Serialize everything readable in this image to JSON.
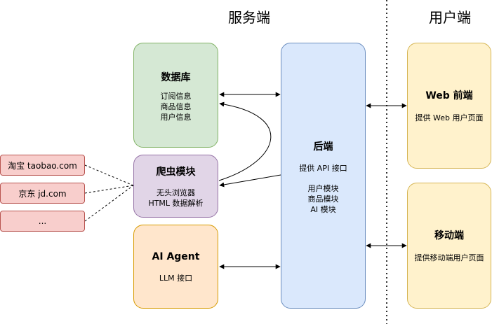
{
  "sections": {
    "server_title": "服务端",
    "client_title": "用户端"
  },
  "database": {
    "title": "数据库",
    "lines": [
      "订阅信息",
      "商品信息",
      "用户信息"
    ]
  },
  "crawler": {
    "title": "爬虫模块",
    "lines": [
      "无头浏览器",
      "HTML 数据解析"
    ]
  },
  "ai_agent": {
    "title": "AI Agent",
    "lines": [
      "LLM 接口"
    ]
  },
  "backend": {
    "title": "后端",
    "lines_api": [
      "提供 API 接口"
    ],
    "lines_modules": [
      "用户模块",
      "商品模块",
      "AI 模块"
    ]
  },
  "web_frontend": {
    "title": "Web 前端",
    "lines": [
      "提供 Web 用户页面"
    ]
  },
  "mobile": {
    "title": "移动端",
    "lines": [
      "提供移动端用户页面"
    ]
  },
  "sites": [
    "淘宝 taobao.com",
    "京东 jd.com",
    "..."
  ],
  "colors": {
    "database": "#d5e8d4",
    "crawler": "#e1d5e7",
    "ai_agent": "#ffe6cc",
    "backend": "#dae8fc",
    "client": "#fff2cc",
    "sites": "#f8cecc"
  }
}
